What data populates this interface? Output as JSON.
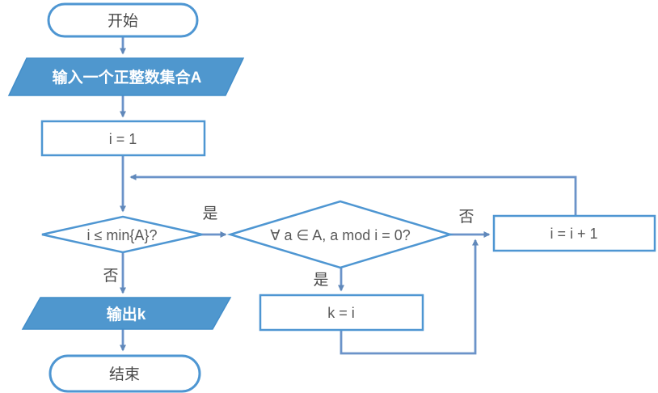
{
  "flowchart": {
    "type": "flowchart",
    "colors": {
      "shape_stroke": "#4e96d2",
      "connector": "#6b93c9",
      "arrowhead": "#6088ba",
      "filled_shape": "#4f97ce",
      "text_dark": "#4a4a4a",
      "text_white": "#ffffff"
    },
    "nodes": {
      "start": {
        "type": "terminator",
        "label": "开始"
      },
      "input": {
        "type": "parallelogram",
        "label": "输入一个正整数集合A"
      },
      "init": {
        "type": "process",
        "label": "i = 1"
      },
      "cond1": {
        "type": "decision",
        "label": "i ≤ min{A}?"
      },
      "cond2": {
        "type": "decision",
        "label": "∀ a ∈ A, a mod i = 0?"
      },
      "assign_k": {
        "type": "process",
        "label": "k = i"
      },
      "increment": {
        "type": "process",
        "label": "i = i + 1"
      },
      "output": {
        "type": "parallelogram",
        "label": "输出k"
      },
      "end": {
        "type": "terminator",
        "label": "结束"
      }
    },
    "edge_labels": {
      "cond1_yes": "是",
      "cond1_no": "否",
      "cond2_yes": "是",
      "cond2_no": "否"
    }
  }
}
